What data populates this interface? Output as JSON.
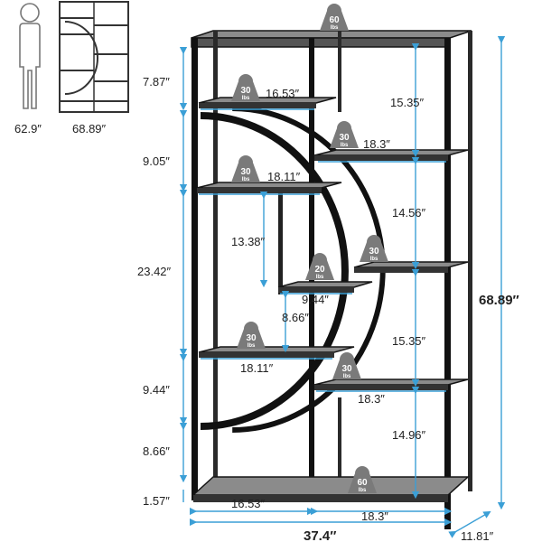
{
  "person_height": "62.9″",
  "thumb_height": "68.89″",
  "overall_height": "68.89″",
  "overall_width": "37.4″",
  "depth": "11.81″",
  "left_gaps": [
    "7.87″",
    "9.05″",
    "23.42″",
    "9.44″",
    "8.66″",
    "1.57″"
  ],
  "right_gaps": [
    "15.35″",
    "14.56″",
    "15.35″",
    "14.96″"
  ],
  "inner_gaps": [
    "13.38″",
    "8.66″"
  ],
  "shelf_widths": {
    "left_top": "16.53″",
    "right_1": "18.3″",
    "left_2": "18.11″",
    "small": "9.44″",
    "left_lower": "18.11″",
    "right_lower": "18.3″",
    "bottom_left": "16.53″",
    "bottom_right": "18.3″"
  },
  "weights": {
    "top": "60",
    "left_top": "30",
    "right_1": "30",
    "left_2": "30",
    "right_mid": "30",
    "small": "20",
    "left_lower": "30",
    "right_lower": "30",
    "bottom": "60"
  },
  "weight_unit": "lbs"
}
